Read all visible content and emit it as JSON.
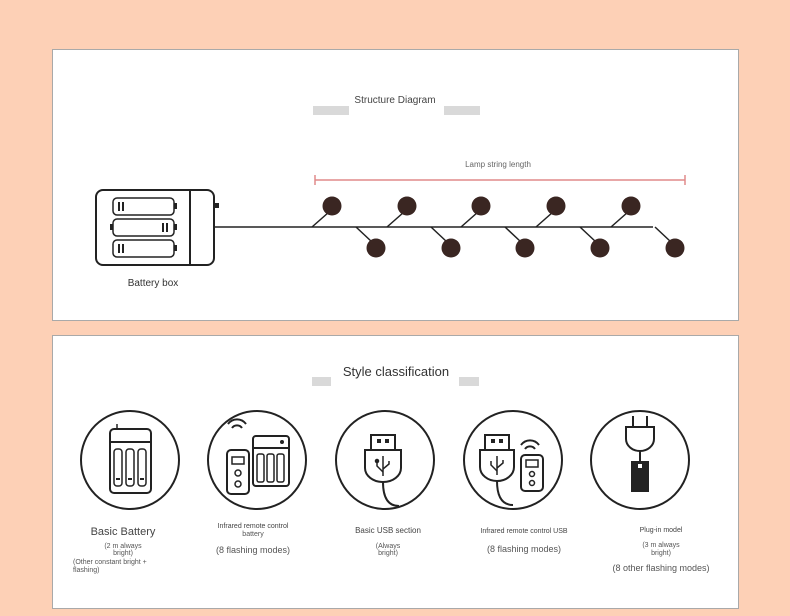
{
  "structure": {
    "title": "Structure Diagram",
    "length_label": "Lamp string length",
    "battery_label": "Battery box"
  },
  "styles": {
    "title": "Style classification",
    "items": [
      {
        "icon": "battery-box-icon",
        "name": "Basic Battery",
        "lines": [
          "(2 m always",
          "bright)",
          "(Other constant bright +",
          "flashing)"
        ]
      },
      {
        "icon": "remote-battery-icon",
        "name": "Infrared remote control",
        "lines": [
          "battery",
          "(8 flashing modes)"
        ]
      },
      {
        "icon": "usb-plug-icon",
        "name": "Basic USB section",
        "lines": [
          "(Always",
          "bright)"
        ]
      },
      {
        "icon": "remote-usb-icon",
        "name": "Infrared remote control USB",
        "lines": [
          "(8 flashing modes)"
        ]
      },
      {
        "icon": "power-plug-icon",
        "name": "Plug-in model",
        "lines": [
          "(3 m always",
          "bright)",
          "(8 other flashing modes)"
        ]
      }
    ]
  },
  "colors": {
    "background": "#fdd0b6",
    "length_marker": "#e08a8a",
    "lamp": "#3a2622",
    "line": "#222222"
  }
}
